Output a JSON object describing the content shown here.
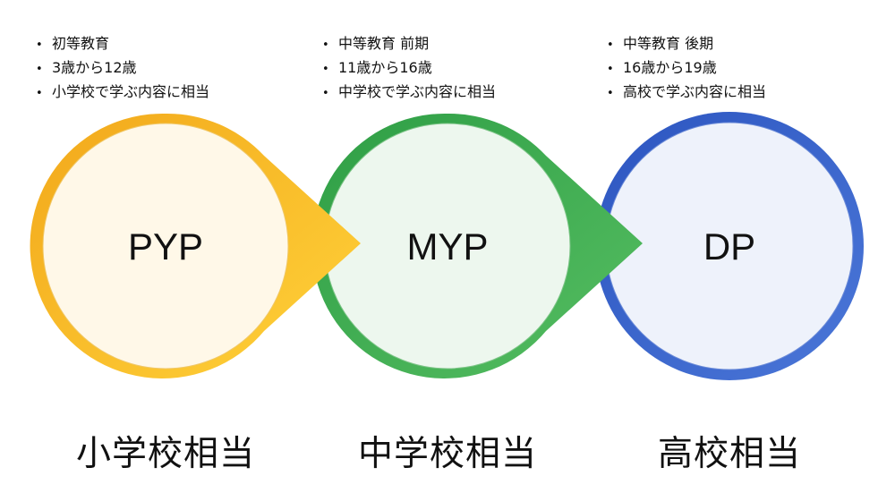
{
  "stages": [
    {
      "code": "PYP",
      "bullets": [
        "初等教育",
        "3歳から12歳",
        "小学校で学ぶ内容に相当"
      ],
      "label": "小学校相当",
      "ring_color": "#F5B81C",
      "fill_color": "#FFF8E8"
    },
    {
      "code": "MYP",
      "bullets": [
        "中等教育 前期",
        "11歳から16歳",
        "中学校で学ぶ内容に相当"
      ],
      "label": "中学校相当",
      "ring_color": "#3BAA4B",
      "fill_color": "#EDF7EE"
    },
    {
      "code": "DP",
      "bullets": [
        "中等教育 後期",
        "16歳から19歳",
        "高校で学ぶ内容に相当"
      ],
      "label": "高校相当",
      "ring_color": "#3A62C4",
      "fill_color": "#EEF2FB"
    }
  ]
}
